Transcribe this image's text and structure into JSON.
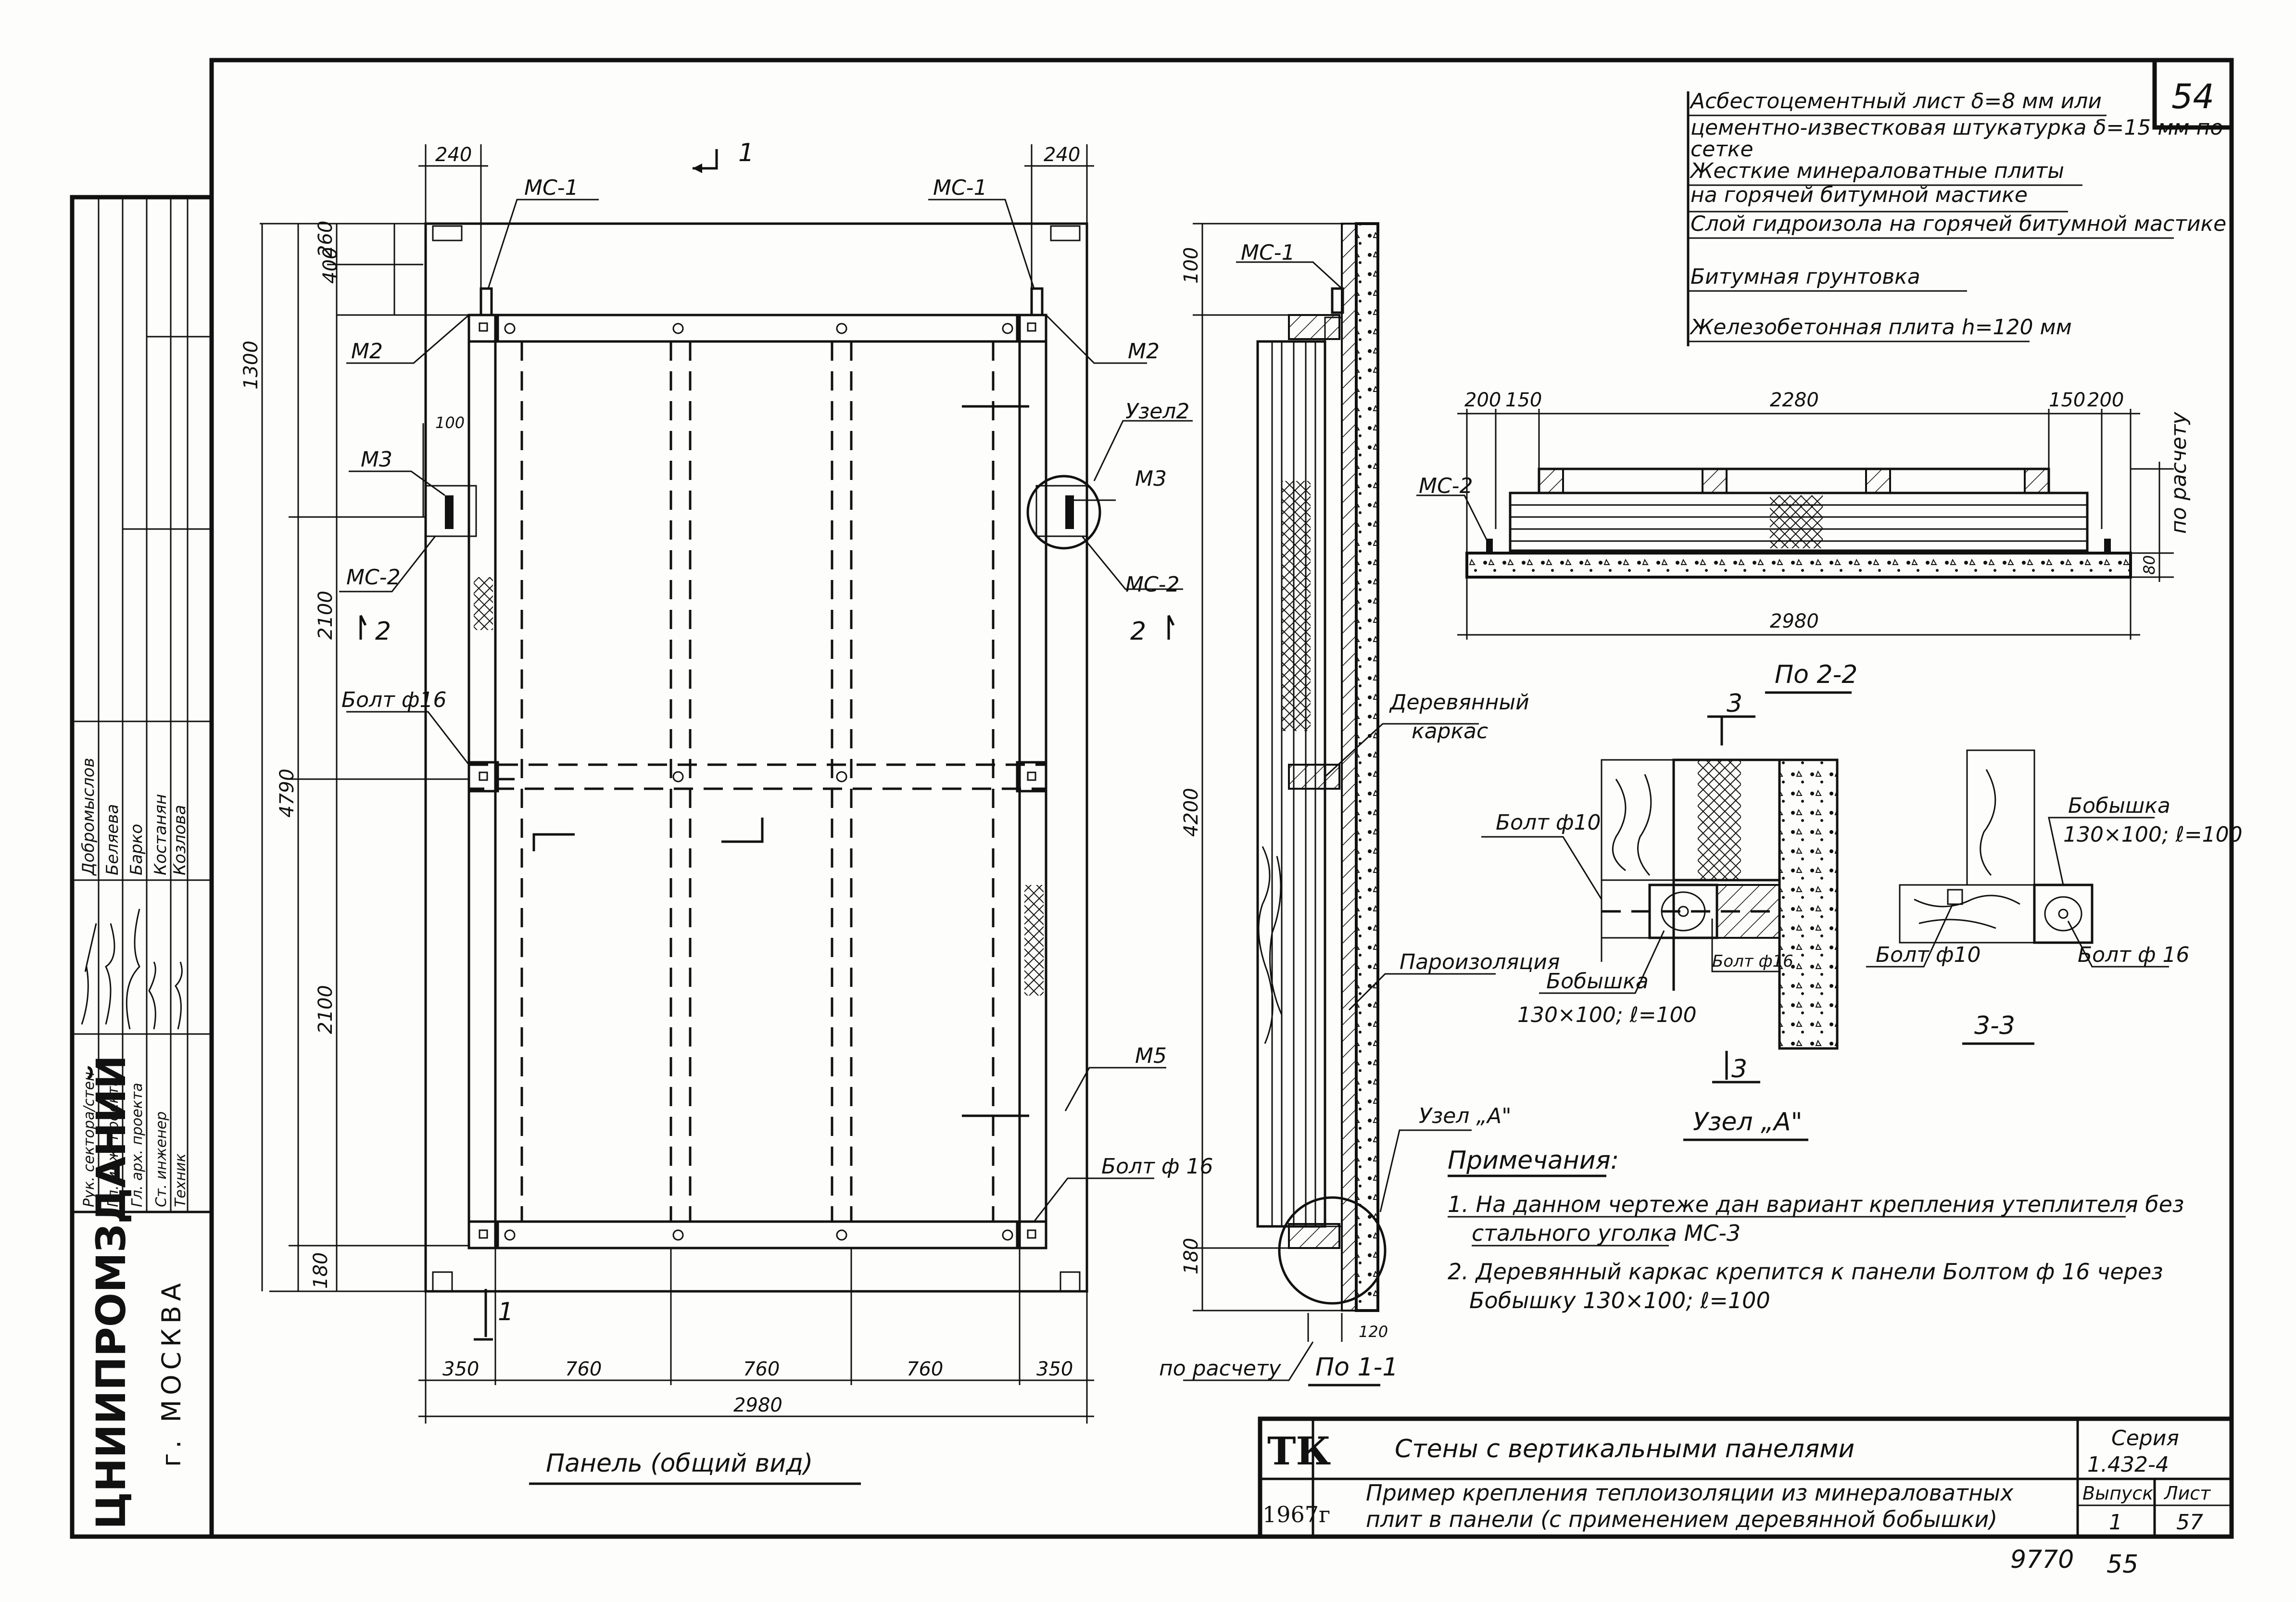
{
  "sheet_number": "54",
  "layers": [
    "Асбестоцементный лист δ=8 мм или",
    "цементно-известковая штукатурка δ=15 мм по",
    "сетке",
    "Жесткие минераловатные плиты",
    "на горячей битумной мастике",
    "Слой гидроизола на горячей битумной мастике",
    "Битумная грунтовка",
    "Железобетонная плита h=120 мм"
  ],
  "panel": {
    "caption": "Панель (общий вид)",
    "section_mark": "1",
    "section_mark_2": "2",
    "dims_top": [
      "240",
      "240"
    ],
    "dims_left": [
      "400",
      "260",
      "1300",
      "100",
      "2100",
      "4790",
      "2100",
      "180"
    ],
    "dims_bottom": [
      "350",
      "760",
      "760",
      "760",
      "350"
    ],
    "dim_total": "2980",
    "labels": {
      "mc1_left": "МС-1",
      "mc1_right": "МС-1",
      "m2_left": "М2",
      "m2_right": "М2",
      "m3_left": "М3",
      "m3_right": "М3",
      "mc2_left": "МС-2",
      "mc2_right": "МС-2",
      "uzel2": "Узел2",
      "bolt_left": "Болт ф16",
      "m5": "М5",
      "bolt_right": "Болт ф 16"
    }
  },
  "section_1_1": {
    "caption": "По 1-1",
    "dims": [
      "100",
      "4200",
      "180",
      "120"
    ],
    "labels": {
      "mc1": "МС-1",
      "karkas_1": "Деревянный",
      "karkas_2": "каркас",
      "paroiz": "Пароизоляция",
      "uzel_a": "Узел „А\"",
      "po_raschetu": "по расчету"
    }
  },
  "section_2_2": {
    "caption": "По 2-2",
    "dims_top": [
      "200",
      "150",
      "2280",
      "150",
      "200"
    ],
    "dim_total": "2980",
    "dim_right": "80",
    "po_raschetu": "по расчету",
    "mc2": "МС-2"
  },
  "node_a": {
    "caption": "Узел „А\"",
    "section_mark": "3",
    "bolt10": "Болт ф10",
    "bolt16": "Болт ф16",
    "bobyshka_1": "Бобышка",
    "bobyshka_2": "130×100; ℓ=100"
  },
  "section_3_3": {
    "caption": "3-3",
    "bolt10": "Болт ф10",
    "bolt16": "Болт ф 16",
    "bobyshka_1": "Бобышка",
    "bobyshka_2": "130×100; ℓ=100"
  },
  "notes": {
    "title": "Примечания:",
    "items": [
      "1. На данном чертеже дан вариант крепления утеплителя без",
      "стального уголка МС-3",
      "2. Деревянный каркас крепится к панели Болтом ф 16 через",
      "Бобышку 130×100; ℓ=100"
    ]
  },
  "left_stamp": {
    "org": "ЦНИИПРОМЗДАНИЙ",
    "city": "г. МОСКВА",
    "roles": [
      "Рук. сектора/стен",
      "Гл. инж. проекта",
      "Гл. арх. проекта",
      "Ст. инженер",
      "Техник"
    ],
    "names": [
      "Добромыслов",
      "Беляева",
      "Барко",
      "Костанян",
      "Козлова"
    ]
  },
  "title_block": {
    "tk": "ТК",
    "year": "1967г",
    "title": "Стены с вертикальными панелями",
    "subtitle_1": "Пример крепления теплоизоляции из минераловатных",
    "subtitle_2": "плит в панели (с применением деревянной бобышки)",
    "series_label": "Серия",
    "series_value": "1.432-4",
    "issue_label": "Выпуск",
    "issue_value": "1",
    "sheet_label": "Лист",
    "sheet_value": "57"
  },
  "footer": {
    "code": "9770",
    "page": "55"
  }
}
